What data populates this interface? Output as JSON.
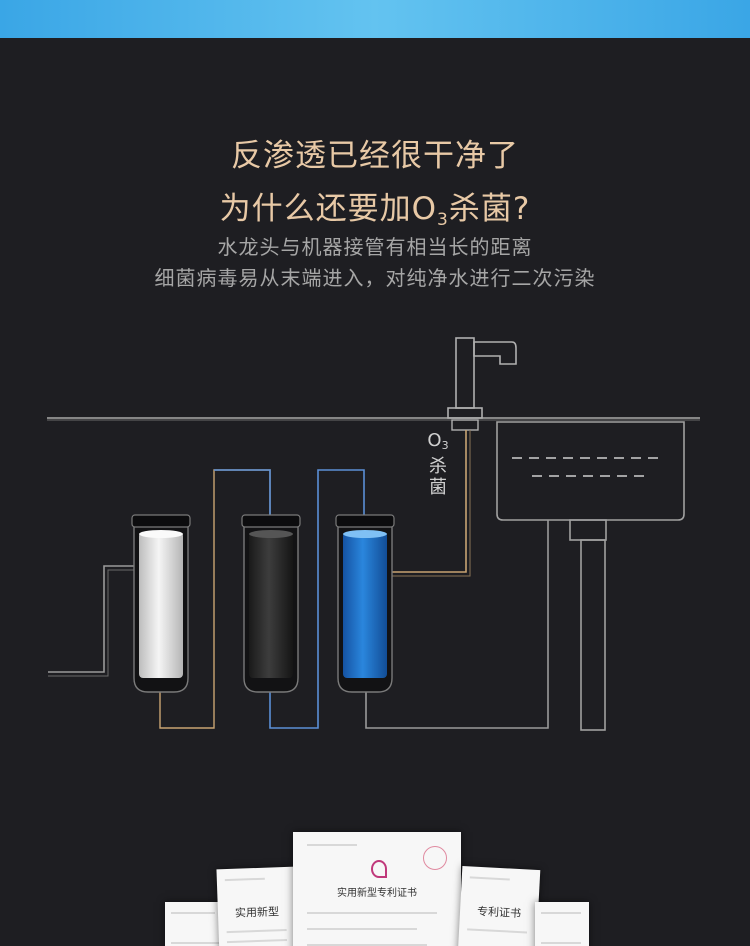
{
  "header": {
    "title_line1": "反渗透已经很干净了",
    "title_line2_prefix": "为什么还要加O",
    "title_line2_sub": "3",
    "title_line2_suffix": "杀菌?",
    "subtitle_line1": "水龙头与机器接管有相当长的距离",
    "subtitle_line2": "细菌病毒易从末端进入，对纯净水进行二次污染"
  },
  "diagram": {
    "o3_label_main": "O",
    "o3_label_sub": "3",
    "o3_label_char1": "杀",
    "o3_label_char2": "菌",
    "colors": {
      "pipe_gray": "#9a9a9a",
      "pipe_blue": "#5b8fd6",
      "pipe_gold": "#c9a472",
      "filter1": "#e8e8e8",
      "filter2": "#2a2a2a",
      "filter3": "#1f6ec2"
    }
  },
  "certificates": {
    "center_title": "实用新型专利证书",
    "left_title": "实用新型",
    "right_title": "专利证书"
  }
}
